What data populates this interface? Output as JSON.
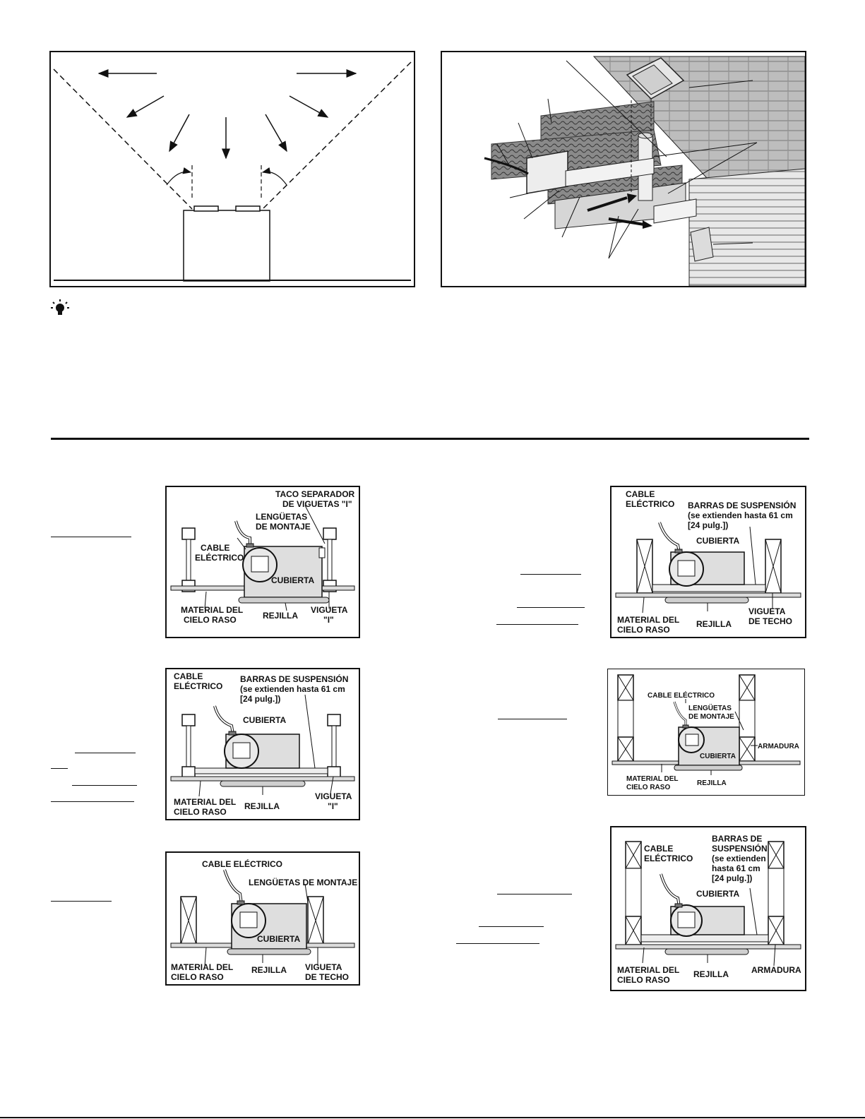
{
  "fig_mount_ijoist_blocking": {
    "taco": "TACO SEPARADOR",
    "taco2": "DE VIGUETAS \"I\"",
    "lengueta1": "LENGÜETAS",
    "lengueta2": "DE MONTAJE",
    "cable1": "CABLE",
    "cable2": "ELÉCTRICO",
    "cubierta": "CUBIERTA",
    "material1": "MATERIAL DEL",
    "material2": "CIELO RASO",
    "rejilla": "REJILLA",
    "vigueta1": "VIGUETA",
    "vigueta2": "\"I\""
  },
  "fig_mount_ijoist_bars": {
    "cable1": "CABLE",
    "cable2": "ELÉCTRICO",
    "barras1": "BARRAS DE SUSPENSIÓN",
    "barras2": "(se extienden hasta 61 cm",
    "barras3": "[24 pulg.])",
    "cubierta": "CUBIERTA",
    "material1": "MATERIAL DEL",
    "material2": "CIELO RASO",
    "rejilla": "REJILLA",
    "vigueta1": "VIGUETA",
    "vigueta2": "\"I\""
  },
  "fig_mount_joist_tabs": {
    "cable": "CABLE ELÉCTRICO",
    "lengueta": "LENGÜETAS DE MONTAJE",
    "cubierta": "CUBIERTA",
    "material1": "MATERIAL DEL",
    "material2": "CIELO RASO",
    "rejilla": "REJILLA",
    "vigueta1": "VIGUETA",
    "vigueta2": "DE TECHO"
  },
  "fig_mount_joist_bars": {
    "cable1": "CABLE",
    "cable2": "ELÉCTRICO",
    "barras1": "BARRAS DE SUSPENSIÓN",
    "barras2": "(se extienden hasta 61 cm",
    "barras3": "[24 pulg.])",
    "cubierta": "CUBIERTA",
    "material1": "MATERIAL DEL",
    "material2": "CIELO RASO",
    "rejilla": "REJILLA",
    "vigueta1": "VIGUETA",
    "vigueta2": "DE TECHO"
  },
  "fig_mount_truss_tabs": {
    "cable": "CABLE ELÉCTRICO",
    "lengueta1": "LENGÜETAS",
    "lengueta2": "DE MONTAJE",
    "armadura": "ARMADURA",
    "cubierta": "CUBIERTA",
    "material1": "MATERIAL DEL",
    "material2": "CIELO RASO",
    "rejilla": "REJILLA"
  },
  "fig_mount_truss_bars": {
    "cable1": "CABLE",
    "cable2": "ELÉCTRICO",
    "barras1": "BARRAS DE",
    "barras2": "SUSPENSIÓN",
    "barras3": "(se extienden",
    "barras4": "hasta 61 cm",
    "barras5": "[24 pulg.])",
    "cubierta": "CUBIERTA",
    "material1": "MATERIAL DEL",
    "material2": "CIELO RASO",
    "rejilla": "REJILLA",
    "armadura": "ARMADURA"
  },
  "icons": {
    "tip": "lightbulb-icon"
  }
}
